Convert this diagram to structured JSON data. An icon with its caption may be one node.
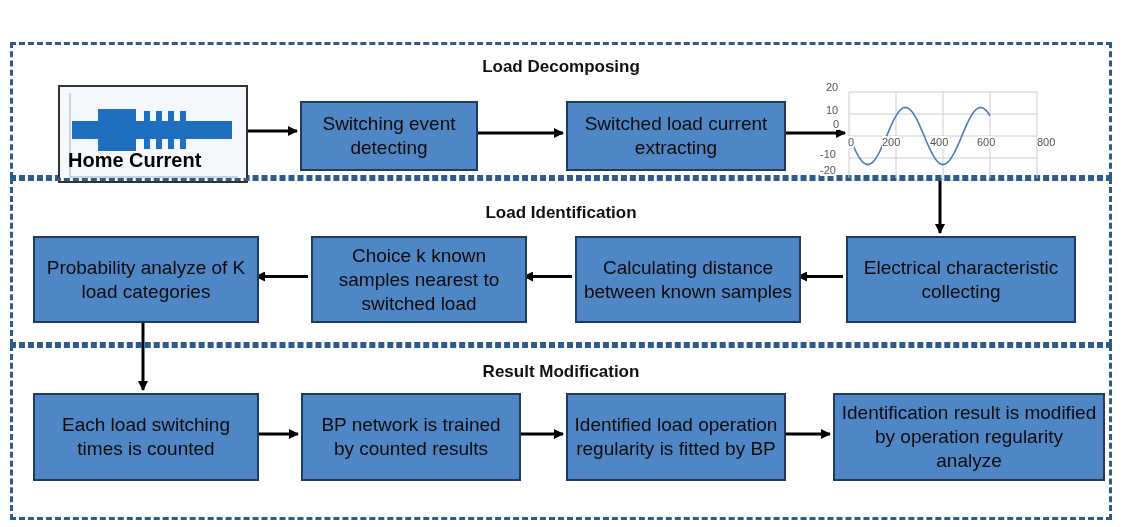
{
  "diagram": {
    "nodes": [
      {
        "text": [
          "Load Decomposing"
        ]
      },
      {
        "text": [
          "Home Current"
        ],
        "in": 0
      },
      {
        "text": [
          "Switching event detecting"
        ],
        "in": 0
      },
      {
        "text": [
          "Switched load current extracting"
        ],
        "in": 0
      },
      {
        "text": [],
        "shape": "picture",
        "in": 0
      },
      {
        "text": [
          "Load Identification"
        ]
      },
      {
        "text": [
          "Electrical characteristic collecting"
        ],
        "in": 5
      },
      {
        "text": [
          "Calculating distance between known samples"
        ],
        "in": 5
      },
      {
        "text": [
          "Choice k known samples nearest to switched load"
        ],
        "in": 5
      },
      {
        "text": [
          "Probability analyze of K load categories"
        ],
        "in": 5
      },
      {
        "text": [
          "Result Modification"
        ]
      },
      {
        "text": [
          "Each load switching times is counted"
        ],
        "in": 10
      },
      {
        "text": [
          "BP network is trained by counted results"
        ],
        "in": 10
      },
      {
        "text": [
          "Identified load operation regularity is fitted by BP"
        ],
        "in": 10
      },
      {
        "text": [
          "Identification result is modified by operation regularity analyze"
        ],
        "in": 10
      }
    ],
    "edges": [
      {
        "from": 1,
        "to": 2,
        "arrow": "to"
      },
      {
        "from": 2,
        "to": 3,
        "arrow": "to"
      },
      {
        "from": 3,
        "to": 4,
        "arrow": "to"
      },
      {
        "from": 4,
        "to": 6,
        "arrow": "to"
      },
      {
        "from": 6,
        "to": 7,
        "arrow": "to"
      },
      {
        "from": 7,
        "to": 8,
        "arrow": "to"
      },
      {
        "from": 8,
        "to": 9,
        "arrow": "to"
      },
      {
        "from": 9,
        "to": 11,
        "arrow": "to"
      },
      {
        "from": 11,
        "to": 12,
        "arrow": "to"
      },
      {
        "from": 12,
        "to": 13,
        "arrow": "to"
      },
      {
        "from": 13,
        "to": 14,
        "arrow": "to"
      }
    ],
    "labels": [
      "20",
      "10",
      "0",
      "-10",
      "-20",
      "0",
      "200",
      "400",
      "600",
      "800"
    ]
  }
}
